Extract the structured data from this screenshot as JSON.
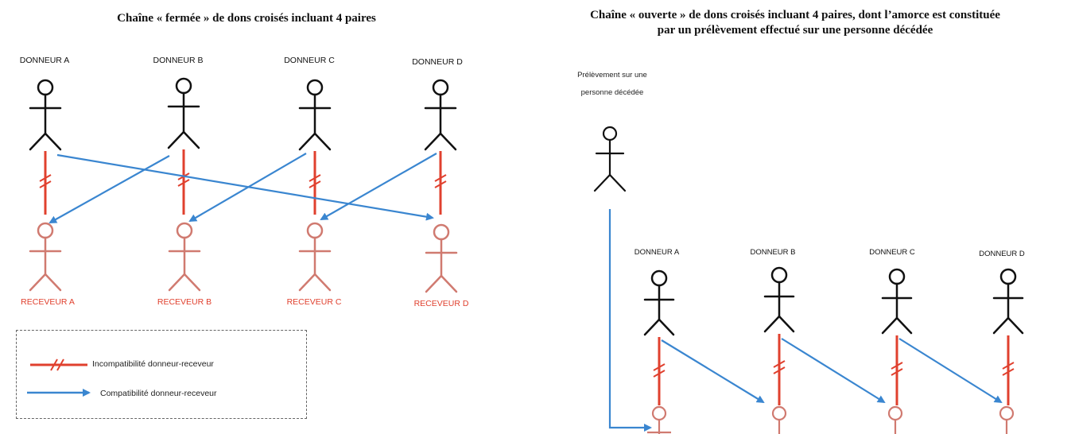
{
  "left_panel": {
    "title": "Chaîne « fermée » de dons croisés incluant 4 paires",
    "donors": [
      "DONNEUR A",
      "DONNEUR B",
      "DONNEUR C",
      "DONNEUR D"
    ],
    "recipients": [
      "RECEVEUR A",
      "RECEVEUR B",
      "RECEVEUR C",
      "RECEVEUR D"
    ]
  },
  "right_panel": {
    "title_line1": "Chaîne « ouverte » de dons croisés incluant 4 paires, dont l’amorce est constituée",
    "title_line2": "par un prélèvement effectué sur une personne décédée",
    "deceased_line1": "Prélèvement sur une",
    "deceased_line2": "personne décédée",
    "donors": [
      "DONNEUR A",
      "DONNEUR B",
      "DONNEUR C",
      "DONNEUR D"
    ]
  },
  "legend": {
    "incompatible": "Incompatibilité donneur-receveur",
    "compatible": "Compatibilité donneur-receveur"
  },
  "colors": {
    "donor": "#111111",
    "recipient": "#e0402e",
    "recipient_figure": "#d07a70",
    "compatible_arrow": "#3a86d0",
    "incompatible_line": "#e0402e"
  }
}
